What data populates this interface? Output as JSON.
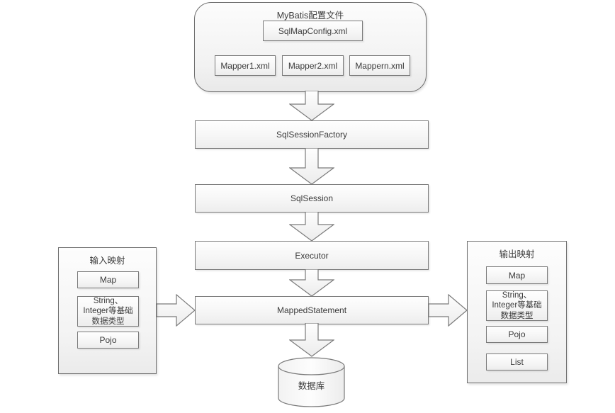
{
  "diagram": {
    "config": {
      "title": "MyBatis配置文件",
      "main_file": "SqlMapConfig.xml",
      "mappers": [
        "Mapper1.xml",
        "Mapper2.xml",
        "Mappern.xml"
      ]
    },
    "flow": [
      "SqlSessionFactory",
      "SqlSession",
      "Executor",
      "MappedStatement"
    ],
    "database_label": "数据库",
    "input_panel": {
      "title": "输入映射",
      "items": [
        "Map",
        "String、\nInteger等基础\n数据类型",
        "Pojo"
      ]
    },
    "output_panel": {
      "title": "输出映射",
      "items": [
        "Map",
        "String、\nInteger等基础\n数据类型",
        "Pojo",
        "List"
      ]
    },
    "colors": {
      "border": "#7a7a7a",
      "text": "#3b3b3b",
      "fill_top": "#fefefe",
      "fill_bottom": "#ededed"
    }
  }
}
